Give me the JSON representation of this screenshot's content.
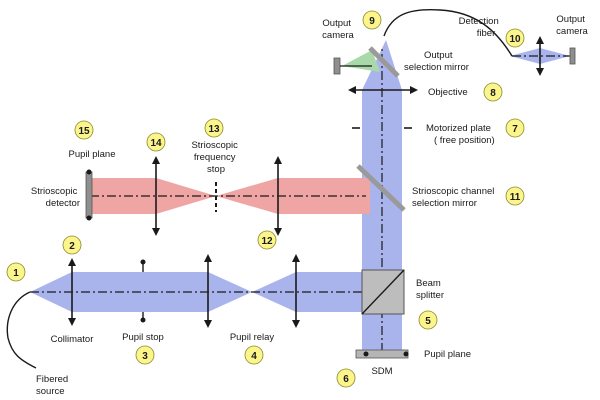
{
  "labels": {
    "fibered_source": [
      "Fibered",
      "source"
    ],
    "collimator": "Collimator",
    "pupil_stop": "Pupil stop",
    "pupil_relay": "Pupil relay",
    "beam_splitter": [
      "Beam",
      "splitter"
    ],
    "pupil_plane_bottom": "Pupil plane",
    "sdm": "SDM",
    "strioscopic_detector": [
      "Strioscopic",
      "detector"
    ],
    "pupil_plane_top": "Pupil plane",
    "strioscopic_frequency_stop": [
      "Strioscopic",
      "frequency",
      "stop"
    ],
    "strioscopic_channel_selection_mirror": [
      "Strioscopic channel",
      "selection mirror"
    ],
    "motorized_plate": [
      "Motorized plate",
      "( free position)"
    ],
    "objective": "Objective",
    "output_camera_left": [
      "Output",
      "camera"
    ],
    "output_selection_mirror": [
      "Output",
      "selection mirror"
    ],
    "detection_fiber": [
      "Detection",
      "fiber"
    ],
    "output_camera_right": [
      "Output",
      "camera"
    ]
  },
  "badges": [
    "1",
    "2",
    "3",
    "4",
    "5",
    "6",
    "7",
    "8",
    "9",
    "10",
    "11",
    "12",
    "13",
    "14",
    "15"
  ],
  "colors": {
    "blue_beam": "#a9b4ec",
    "red_beam": "#f0a5a5",
    "green_beam": "#a9d8a9",
    "badge_fill": "#fbf58b",
    "splitter_fill": "#bdbdbd",
    "sdm_fill": "#b5b5b5",
    "camera_fill": "#8f8f8f"
  }
}
